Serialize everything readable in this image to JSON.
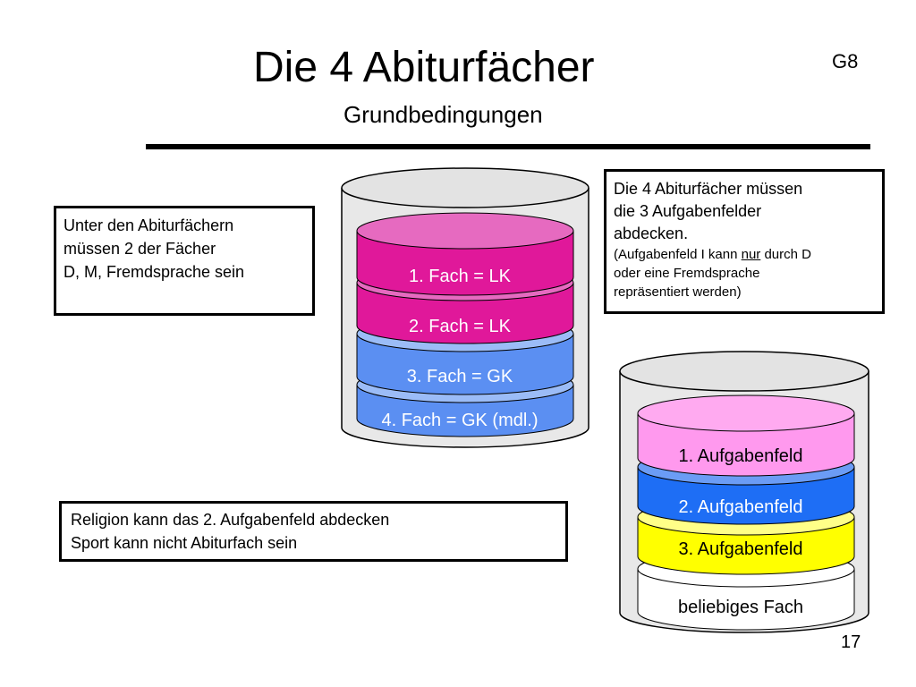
{
  "slide": {
    "title": "Die 4 Abiturfächer",
    "subtitle": "Grundbedingungen",
    "badge": "G8",
    "page_number": "17"
  },
  "box_left": {
    "lines": [
      "Unter den Abiturfächern",
      "müssen 2 der Fächer",
      "D, M, Fremdsprache sein"
    ]
  },
  "box_right": {
    "lines": [
      "Die 4 Abiturfächer müssen",
      "die 3 Aufgabenfelder",
      "abdecken."
    ],
    "note_1": "(Aufgabenfeld I kann ",
    "note_underlined": "nur",
    "note_2": " durch D",
    "note_lines": [
      "oder eine Fremdsprache",
      "repräsentiert werden)"
    ]
  },
  "box_bottom": {
    "lines": [
      "Religion kann das 2. Aufgabenfeld abdecken",
      "Sport kann nicht Abiturfach sein"
    ]
  },
  "stack_faecher": {
    "layers": [
      {
        "label": "1. Fach = LK",
        "color": "#e0189a",
        "top_color": "#e66ac0"
      },
      {
        "label": "2. Fach = LK",
        "color": "#e0189a",
        "top_color": "#e66ac0"
      },
      {
        "label": "3. Fach = GK",
        "color": "#5b8ff2",
        "top_color": "#9bbcf7"
      },
      {
        "label": "4. Fach = GK (mdl.)",
        "color": "#5b8ff2",
        "top_color": "#9bbcf7"
      }
    ]
  },
  "stack_aufgabenfelder": {
    "layers": [
      {
        "label": "1. Aufgabenfeld",
        "color": "#ff99ee",
        "top_color": "#ffaaf0"
      },
      {
        "label": "2. Aufgabenfeld",
        "color": "#1e6ef5",
        "top_color": "#6b9cf5"
      },
      {
        "label": "3. Aufgabenfeld",
        "color": "#ffff00",
        "top_color": "#ffff88"
      },
      {
        "label": "beliebiges Fach",
        "color": "#ffffff",
        "top_color": "#ffffff"
      }
    ]
  }
}
